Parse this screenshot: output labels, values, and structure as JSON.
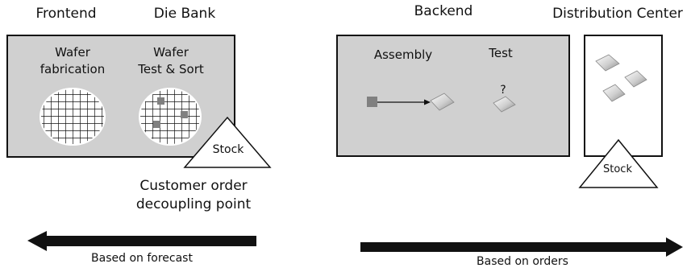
{
  "headers": {
    "frontend": "Frontend",
    "die_bank": "Die Bank",
    "backend": "Backend",
    "distribution_center": "Distribution Center"
  },
  "stages": {
    "wafer_fabrication": [
      "Wafer",
      "fabrication"
    ],
    "wafer_test_sort": [
      "Wafer",
      "Test & Sort"
    ],
    "assembly": "Assembly",
    "test": "Test",
    "test_mark": "?"
  },
  "stock": {
    "die_bank": "Stock",
    "distribution": "Stock"
  },
  "decoupling_point": [
    "Customer order",
    "decoupling point"
  ],
  "arrows": {
    "left": "Based on forecast",
    "right": "Based on orders"
  },
  "colors": {
    "box_fill": "#d0d0d0",
    "border": "#111111",
    "arrow": "#111111",
    "die": "#808080"
  }
}
